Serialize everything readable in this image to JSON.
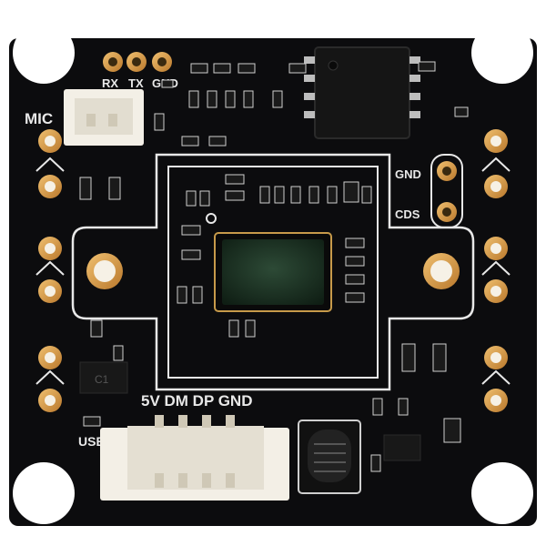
{
  "board": {
    "labels": {
      "mic": "MIC",
      "rx": "RX",
      "tx": "TX",
      "gnd_top": "GND",
      "gnd_right": "GND",
      "cds": "CDS",
      "usb_pins": "5V DM DP GND",
      "usb": "USB"
    },
    "chip_marking": "C1"
  },
  "colors": {
    "pcb": "#0c0c0e",
    "silkscreen": "#e8e8e8",
    "copper": "#d9a24a",
    "connector": "#f3efe6",
    "sensor": "#1e3326"
  }
}
